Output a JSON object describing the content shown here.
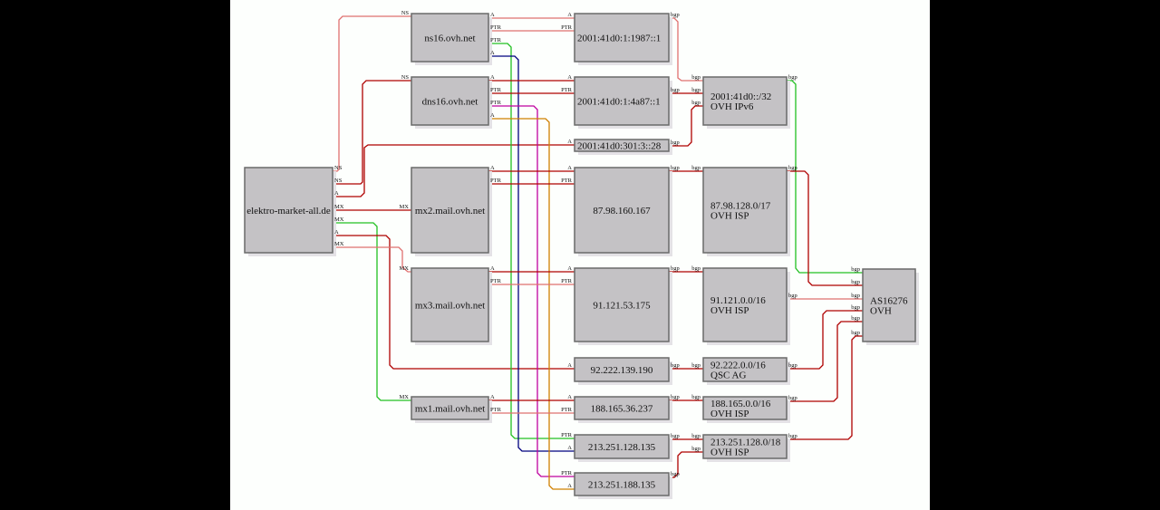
{
  "title": "DNS dependency graph for elektro-market-all.de",
  "colors": {
    "node_fill": "#c4c2c5",
    "dark_red": "#b00000",
    "light_red": "#e07070",
    "green": "#22c022",
    "navy": "#00007f",
    "magenta": "#c000a0",
    "orange": "#d08000"
  },
  "nodes": [
    {
      "id": "domain",
      "lines": [
        "elektro-market-all.de"
      ]
    },
    {
      "id": "ns16",
      "lines": [
        "ns16.ovh.net"
      ]
    },
    {
      "id": "dns16",
      "lines": [
        "dns16.ovh.net"
      ]
    },
    {
      "id": "mx2",
      "lines": [
        "mx2.mail.ovh.net"
      ]
    },
    {
      "id": "mx3",
      "lines": [
        "mx3.mail.ovh.net"
      ]
    },
    {
      "id": "mx1",
      "lines": [
        "mx1.mail.ovh.net"
      ]
    },
    {
      "id": "ip6a",
      "lines": [
        "2001:41d0:1:1987::1"
      ]
    },
    {
      "id": "ip6b",
      "lines": [
        "2001:41d0:1:4a87::1"
      ]
    },
    {
      "id": "ip6c",
      "lines": [
        "2001:41d0:301:3::28"
      ]
    },
    {
      "id": "ip87",
      "lines": [
        "87.98.160.167"
      ]
    },
    {
      "id": "ip91",
      "lines": [
        "91.121.53.175"
      ]
    },
    {
      "id": "ip92",
      "lines": [
        "92.222.139.190"
      ]
    },
    {
      "id": "ip188",
      "lines": [
        "188.165.36.237"
      ]
    },
    {
      "id": "ip213a",
      "lines": [
        "213.251.128.135"
      ]
    },
    {
      "id": "ip213b",
      "lines": [
        "213.251.188.135"
      ]
    },
    {
      "id": "pfx6",
      "lines": [
        "2001:41d0::/32",
        "OVH IPv6"
      ]
    },
    {
      "id": "pfx87",
      "lines": [
        "87.98.128.0/17",
        "OVH ISP"
      ]
    },
    {
      "id": "pfx91",
      "lines": [
        "91.121.0.0/16",
        "OVH ISP"
      ]
    },
    {
      "id": "pfx92",
      "lines": [
        "92.222.0.0/16",
        "QSC AG"
      ]
    },
    {
      "id": "pfx188",
      "lines": [
        "188.165.0.0/16",
        "OVH ISP"
      ]
    },
    {
      "id": "pfx213",
      "lines": [
        "213.251.128.0/18",
        "OVH ISP"
      ]
    },
    {
      "id": "as",
      "lines": [
        "AS16276",
        "OVH"
      ]
    }
  ],
  "edges": [
    {
      "from": "domain",
      "to": "ns16",
      "label_from": "NS",
      "label_to": "NS",
      "color": "light_red"
    },
    {
      "from": "domain",
      "to": "dns16",
      "label_from": "NS",
      "label_to": "NS",
      "color": "dark_red"
    },
    {
      "from": "domain",
      "to": "ip6c",
      "label_from": "A",
      "label_to": "A",
      "color": "dark_red"
    },
    {
      "from": "domain",
      "to": "mx2",
      "label_from": "MX",
      "label_to": "MX",
      "color": "dark_red"
    },
    {
      "from": "domain",
      "to": "mx1",
      "label_from": "MX",
      "label_to": "MX",
      "color": "green"
    },
    {
      "from": "domain",
      "to": "ip92",
      "label_from": "A",
      "label_to": "A",
      "color": "dark_red"
    },
    {
      "from": "domain",
      "to": "mx3",
      "label_from": "MX",
      "label_to": "MX",
      "color": "light_red"
    },
    {
      "from": "ns16",
      "to": "ip6a",
      "label_from": "A",
      "label_to": "A",
      "color": "light_red"
    },
    {
      "from": "ns16",
      "to": "ip6a",
      "label_from": "PTR",
      "label_to": "PTR",
      "color": "light_red"
    },
    {
      "from": "ns16",
      "to": "ip213a",
      "label_from": "PTR",
      "label_to": "PTR",
      "color": "green"
    },
    {
      "from": "ns16",
      "to": "ip213a",
      "label_from": "A",
      "label_to": "A",
      "color": "navy"
    },
    {
      "from": "dns16",
      "to": "ip6b",
      "label_from": "A",
      "label_to": "A",
      "color": "dark_red"
    },
    {
      "from": "dns16",
      "to": "ip6b",
      "label_from": "PTR",
      "label_to": "PTR",
      "color": "dark_red"
    },
    {
      "from": "dns16",
      "to": "ip213b",
      "label_from": "PTR",
      "label_to": "PTR",
      "color": "magenta"
    },
    {
      "from": "dns16",
      "to": "ip213b",
      "label_from": "A",
      "label_to": "A",
      "color": "orange"
    },
    {
      "from": "mx2",
      "to": "ip87",
      "label_from": "A",
      "label_to": "A",
      "color": "dark_red"
    },
    {
      "from": "mx2",
      "to": "ip87",
      "label_from": "PTR",
      "label_to": "PTR",
      "color": "dark_red"
    },
    {
      "from": "mx3",
      "to": "ip91",
      "label_from": "A",
      "label_to": "A",
      "color": "dark_red"
    },
    {
      "from": "mx3",
      "to": "ip91",
      "label_from": "PTR",
      "label_to": "PTR",
      "color": "light_red"
    },
    {
      "from": "mx1",
      "to": "ip188",
      "label_from": "A",
      "label_to": "A",
      "color": "dark_red"
    },
    {
      "from": "mx1",
      "to": "ip188",
      "label_from": "PTR",
      "label_to": "PTR",
      "color": "light_red"
    },
    {
      "from": "ip6a",
      "to": "pfx6",
      "label_from": "bgp",
      "label_to": "bgp",
      "color": "light_red"
    },
    {
      "from": "ip6b",
      "to": "pfx6",
      "label_from": "bgp",
      "label_to": "bgp",
      "color": "dark_red"
    },
    {
      "from": "ip6c",
      "to": "pfx6",
      "label_from": "bgp",
      "label_to": "bgp",
      "color": "dark_red"
    },
    {
      "from": "ip87",
      "to": "pfx87",
      "label_from": "bgp",
      "label_to": "bgp",
      "color": "dark_red"
    },
    {
      "from": "ip91",
      "to": "pfx91",
      "label_from": "bgp",
      "label_to": "bgp",
      "color": "dark_red"
    },
    {
      "from": "ip92",
      "to": "pfx92",
      "label_from": "bgp",
      "label_to": "bgp",
      "color": "dark_red"
    },
    {
      "from": "ip188",
      "to": "pfx188",
      "label_from": "bgp",
      "label_to": "bgp",
      "color": "dark_red"
    },
    {
      "from": "ip213a",
      "to": "pfx213",
      "label_from": "bgp",
      "label_to": "bgp",
      "color": "dark_red"
    },
    {
      "from": "ip213b",
      "to": "pfx213",
      "label_from": "bgp",
      "label_to": "bgp",
      "color": "dark_red"
    },
    {
      "from": "pfx6",
      "to": "as",
      "label_from": "bgp",
      "label_to": "bgp",
      "color": "green"
    },
    {
      "from": "pfx87",
      "to": "as",
      "label_from": "bgp",
      "label_to": "bgp",
      "color": "dark_red"
    },
    {
      "from": "pfx91",
      "to": "as",
      "label_from": "bgp",
      "label_to": "bgp",
      "color": "light_red"
    },
    {
      "from": "pfx92",
      "to": "as",
      "label_from": "bgp",
      "label_to": "bgp",
      "color": "dark_red"
    },
    {
      "from": "pfx188",
      "to": "as",
      "label_from": "bgp",
      "label_to": "bgp",
      "color": "dark_red"
    },
    {
      "from": "pfx213",
      "to": "as",
      "label_from": "bgp",
      "label_to": "bgp",
      "color": "dark_red"
    }
  ]
}
